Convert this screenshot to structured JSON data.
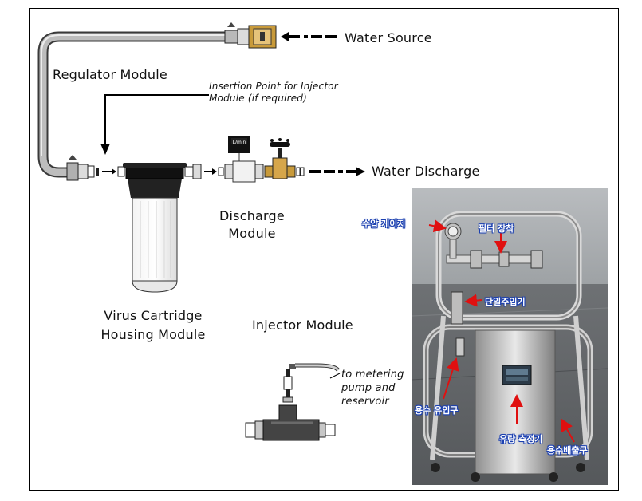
{
  "labels": {
    "water_source": "Water Source",
    "regulator_module": "Regulator Module",
    "insertion_point_line1": "Insertion Point for Injector",
    "insertion_point_line2": "Module (if required)",
    "water_discharge": "Water Discharge",
    "flow_meter_unit": "L/min",
    "discharge_module_line1": "Discharge",
    "discharge_module_line2": "Module",
    "virus_cartridge_line1": "Virus Cartridge",
    "virus_cartridge_line2": "Housing Module",
    "injector_module": "Injector Module",
    "metering_line1": "to metering",
    "metering_line2": "pump and",
    "metering_line3": "reservoir"
  },
  "photo_labels": {
    "pressure_gauge": "수압 게이지",
    "filter_mount": "필터 장착",
    "single_injector": "단일주입기",
    "water_inlet": "용수 유입구",
    "flow_meter": "유량 측정기",
    "water_outlet": "용수배출구"
  },
  "colors": {
    "annotation_arrow": "#e01010",
    "annotation_text_outline": "#1a3fb0",
    "hose": "#9a9a9a",
    "brass": "#c89a3a"
  }
}
